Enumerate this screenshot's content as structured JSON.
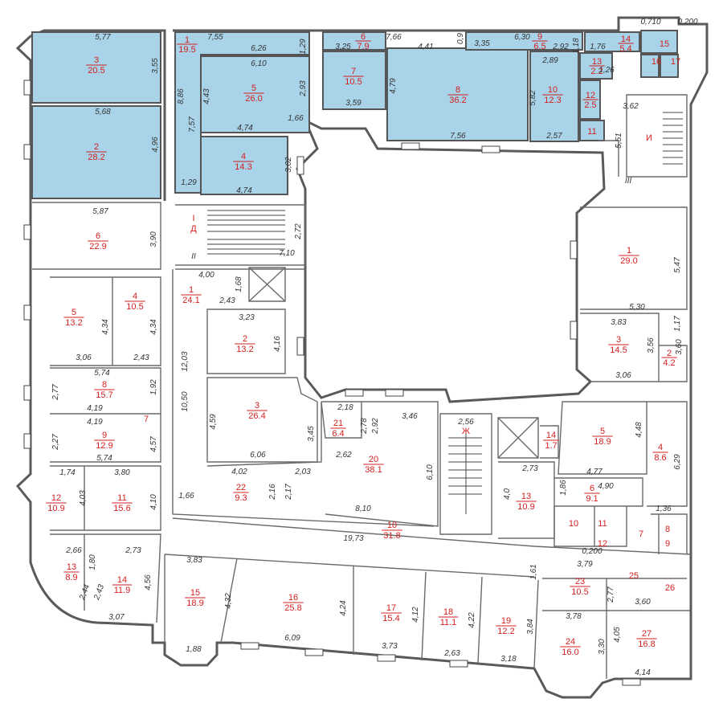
{
  "plan": {
    "blue_color": "#a9d3e8",
    "label_color": "#d42020",
    "rooms": [
      {
        "num": "3",
        "area": "20.5",
        "blue": true
      },
      {
        "num": "2",
        "area": "28.2",
        "blue": true
      },
      {
        "num": "1",
        "area": "19.5",
        "blue": true
      },
      {
        "num": "5",
        "area": "26.0",
        "blue": true
      },
      {
        "num": "4",
        "area": "14.3",
        "blue": true
      },
      {
        "num": "6",
        "area": "7.9",
        "blue": true
      },
      {
        "num": "7",
        "area": "10.5",
        "blue": true
      },
      {
        "num": "8",
        "area": "36.2",
        "blue": true
      },
      {
        "num": "9",
        "area": "6.5",
        "blue": true
      },
      {
        "num": "10",
        "area": "12.3",
        "blue": true
      },
      {
        "num": "12",
        "area": "2.5",
        "blue": true
      },
      {
        "num": "13",
        "area": "2.2",
        "blue": true
      },
      {
        "num": "11",
        "area": "",
        "blue": true
      },
      {
        "num": "14",
        "area": "5.4",
        "blue": true
      },
      {
        "num": "15",
        "area": "",
        "blue": true
      },
      {
        "num": "16",
        "area": "",
        "blue": true
      },
      {
        "num": "17",
        "area": "",
        "blue": true
      },
      {
        "num": "6",
        "area": "22.9",
        "blue": false
      },
      {
        "num": "5",
        "area": "13.2",
        "blue": false
      },
      {
        "num": "4",
        "area": "10.5",
        "blue": false
      },
      {
        "num": "1",
        "area": "24.1",
        "blue": false
      },
      {
        "num": "2",
        "area": "13.2",
        "blue": false
      },
      {
        "num": "3",
        "area": "26.4",
        "blue": false
      },
      {
        "num": "8",
        "area": "15.7",
        "blue": false
      },
      {
        "num": "7",
        "area": "",
        "blue": false
      },
      {
        "num": "9",
        "area": "12.9",
        "blue": false
      },
      {
        "num": "12",
        "area": "10.9",
        "blue": false
      },
      {
        "num": "11",
        "area": "15.6",
        "blue": false
      },
      {
        "num": "13",
        "area": "8.9",
        "blue": false
      },
      {
        "num": "14",
        "area": "11.9",
        "blue": false
      },
      {
        "num": "21",
        "area": "6.4",
        "blue": false
      },
      {
        "num": "22",
        "area": "9.3",
        "blue": false
      },
      {
        "num": "20",
        "area": "38.1",
        "blue": false
      },
      {
        "num": "10",
        "area": "31.8",
        "blue": false
      },
      {
        "num": "15",
        "area": "18.9",
        "blue": false
      },
      {
        "num": "16",
        "area": "25.8",
        "blue": false
      },
      {
        "num": "17",
        "area": "15.4",
        "blue": false
      },
      {
        "num": "18",
        "area": "11.1",
        "blue": false
      },
      {
        "num": "19",
        "area": "12.2",
        "blue": false
      },
      {
        "num": "14",
        "area": "1.7",
        "blue": false
      },
      {
        "num": "13",
        "area": "10.9",
        "blue": false
      },
      {
        "num": "5",
        "area": "18.9",
        "blue": false
      },
      {
        "num": "4",
        "area": "8.6",
        "blue": false
      },
      {
        "num": "6",
        "area": "9.1",
        "blue": false
      },
      {
        "num": "1",
        "area": "29.0",
        "blue": false
      },
      {
        "num": "3",
        "area": "14.5",
        "blue": false
      },
      {
        "num": "2",
        "area": "4.2",
        "blue": false
      },
      {
        "num": "23",
        "area": "10.5",
        "blue": false
      },
      {
        "num": "24",
        "area": "16.0",
        "blue": false
      },
      {
        "num": "27",
        "area": "16.8",
        "blue": false
      },
      {
        "num": "25",
        "area": "",
        "blue": false
      },
      {
        "num": "26",
        "area": "",
        "blue": false
      },
      {
        "num": "10",
        "area": "",
        "blue": false
      },
      {
        "num": "11",
        "area": "",
        "blue": false
      },
      {
        "num": "12",
        "area": "",
        "blue": false
      },
      {
        "num": "7",
        "area": "",
        "blue": false
      },
      {
        "num": "8",
        "area": "",
        "blue": false
      },
      {
        "num": "9",
        "area": "",
        "blue": false
      }
    ],
    "stair_labels": [
      "I",
      "Д",
      "II",
      "III",
      "И",
      "Ж"
    ],
    "dimensions": [
      "5,77",
      "3,55",
      "5,68",
      "4,96",
      "7,55",
      "6,26",
      "1,29",
      "6,10",
      "4,43",
      "2,93",
      "8,86",
      "7,57",
      "4,74",
      "3,02",
      "1,66",
      "4,74",
      "1,29",
      "3,25",
      "7,66",
      "4,41",
      "0,9",
      "3,35",
      "6,30",
      "2,92",
      "1,76",
      "0,710",
      "0,200",
      "4,79",
      "3,59",
      "7,56",
      "5,82",
      "2,89",
      "1,26",
      "3,62",
      "5,51",
      "2,57",
      "1,18",
      "5,87",
      "3,90",
      "2,72",
      "7,10",
      "4,00",
      "1,68",
      "2,43",
      "3,23",
      "4,16",
      "12,03",
      "4,34",
      "4,34",
      "3,06",
      "2,43",
      "5,74",
      "2,77",
      "1,92",
      "4,19",
      "4,19",
      "2,27",
      "4,57",
      "5,74",
      "10,50",
      "4,59",
      "6,06",
      "3,45",
      "2,18",
      "2,78",
      "2,92",
      "3,46",
      "2,62",
      "4,02",
      "2,03",
      "2,16",
      "2,17",
      "6,10",
      "8,10",
      "1,74",
      "3,80",
      "4,03",
      "4,10",
      "1,66",
      "2,66",
      "1,80",
      "2,73",
      "2,44",
      "2,43",
      "4,56",
      "3,07",
      "19,73",
      "0,200",
      "3,83",
      "4,32",
      "4,24",
      "4,12",
      "4,22",
      "3,84",
      "1,88",
      "6,09",
      "3,73",
      "2,63",
      "3,18",
      "1,61",
      "3,79",
      "2,77",
      "3,60",
      "3,78",
      "3,30",
      "4,05",
      "4,14",
      "2,56",
      "2,73",
      "4,0",
      "1,86",
      "4,90",
      "4,77",
      "4,48",
      "6,29",
      "1,36",
      "5,47",
      "5,30",
      "3,83",
      "1,17",
      "3,56",
      "3,60",
      "3,06"
    ]
  }
}
